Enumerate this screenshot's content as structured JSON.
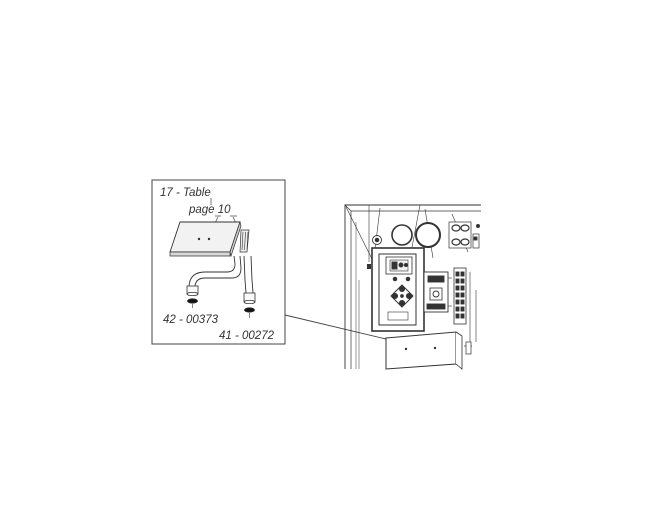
{
  "callouts": {
    "main_ref": "17 - Table",
    "page_ref": "page 10",
    "part_a": "42 - 00373",
    "part_b": "41 - 00272"
  }
}
